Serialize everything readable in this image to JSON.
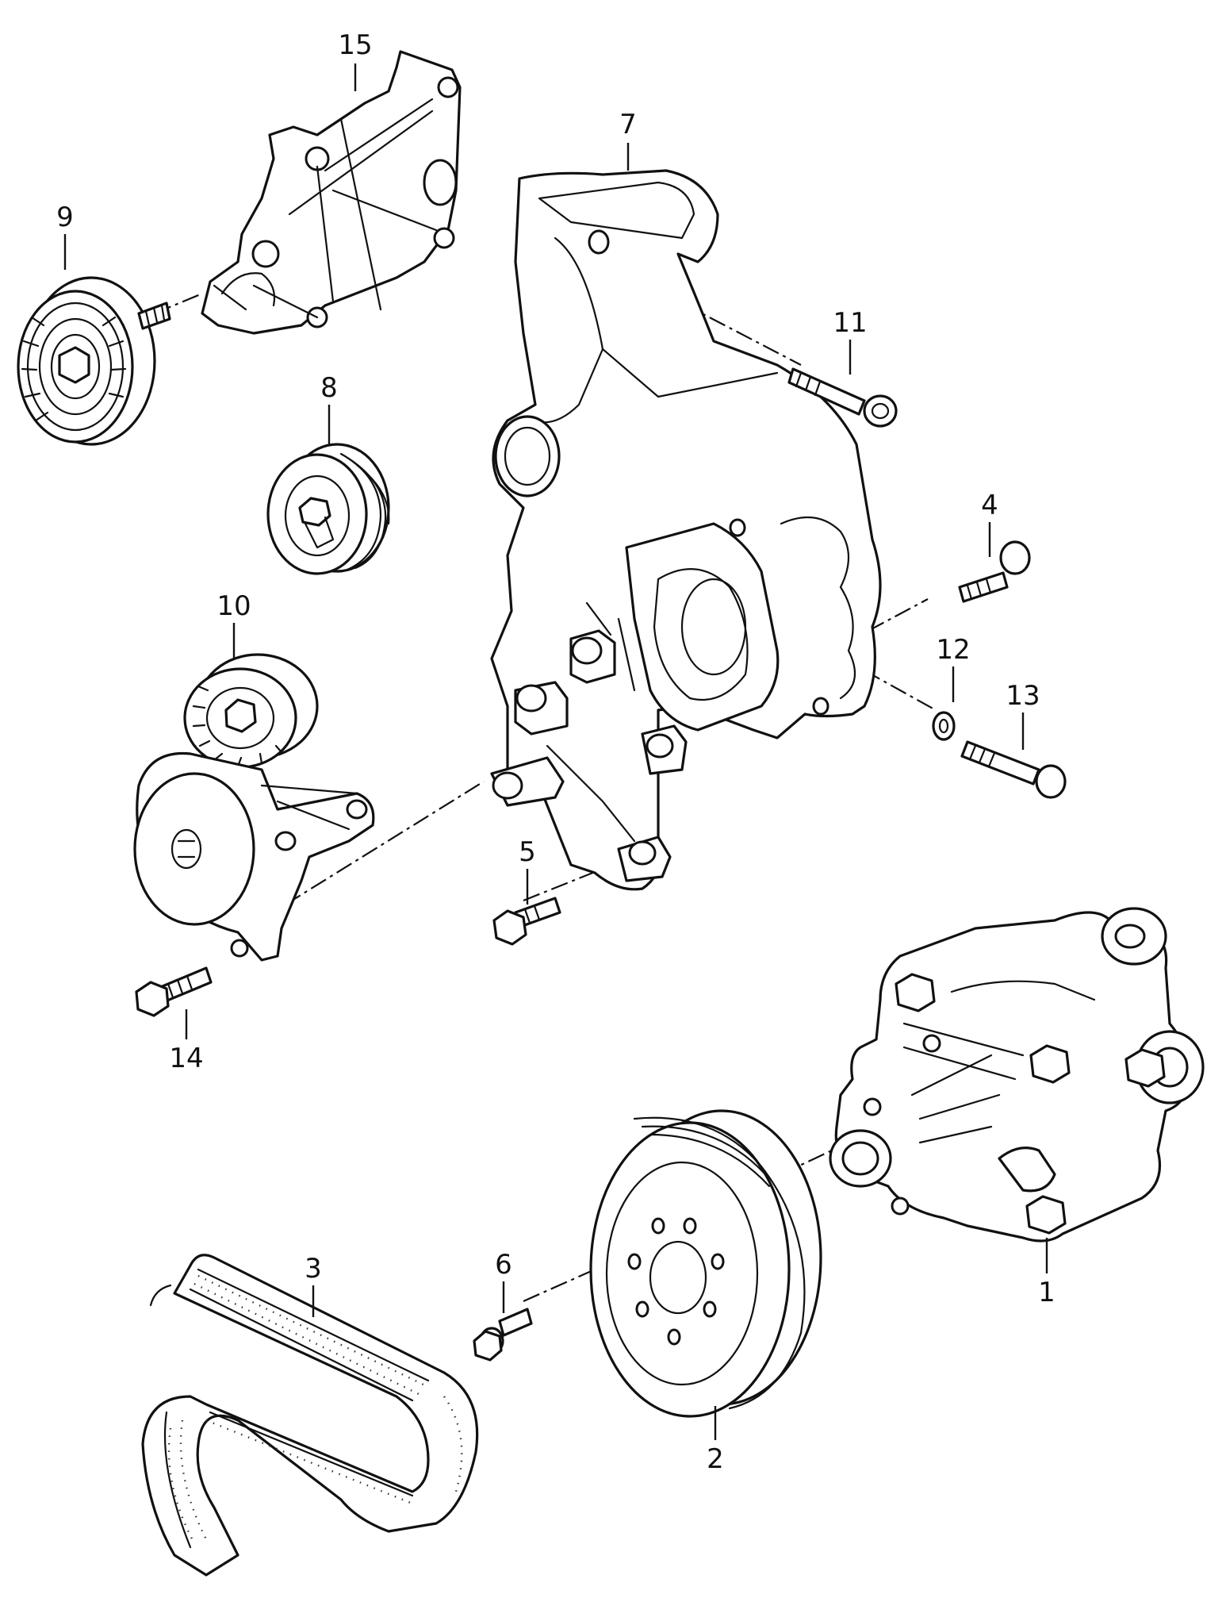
{
  "callouts": {
    "c1": "1",
    "c2": "2",
    "c3": "3",
    "c4": "4",
    "c5": "5",
    "c6": "6",
    "c7": "7",
    "c8": "8",
    "c9": "9",
    "c10": "10",
    "c11": "11",
    "c12": "12",
    "c13": "13",
    "c14": "14",
    "c15": "15"
  },
  "icons": {
    "c1": "water-pump-icon",
    "c2": "pulley-icon",
    "c3": "ribbed-belt-icon",
    "c4": "bolt-icon",
    "c5": "bolt-icon",
    "c6": "collar-bolt-icon",
    "c7": "bracket-icon",
    "c8": "idler-pulley-icon",
    "c9": "idler-roller-icon",
    "c10": "tensioner-icon",
    "c11": "bolt-icon",
    "c12": "washer-icon",
    "c13": "bolt-icon",
    "c14": "bolt-icon",
    "c15": "mounting-bracket-icon"
  }
}
